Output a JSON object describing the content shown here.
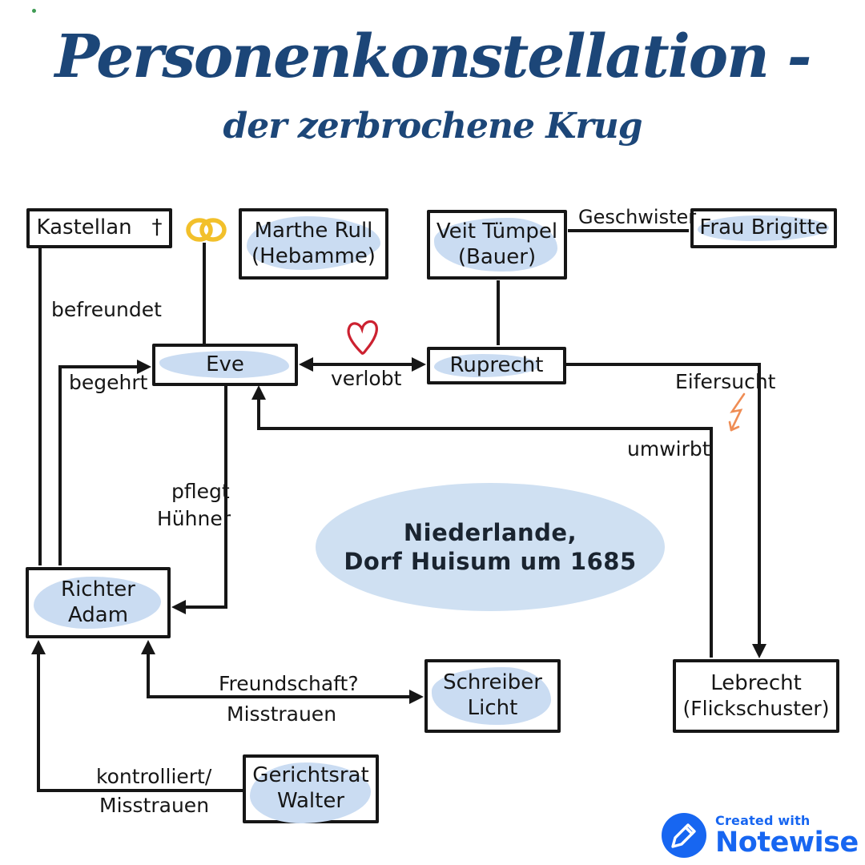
{
  "title": {
    "main": "Personenkonstellation -",
    "sub": "der zerbrochene Krug"
  },
  "setting": {
    "line1": "Niederlande,",
    "line2": "Dorf Huisum um 1685"
  },
  "nodes": {
    "kastellan": {
      "line1": "Kastellan   †"
    },
    "marthe": {
      "line1": "Marthe Rull",
      "line2": "(Hebamme)"
    },
    "veit": {
      "line1": "Veit Tümpel",
      "line2": "(Bauer)"
    },
    "brigitte": {
      "line1": "Frau Brigitte"
    },
    "eve": {
      "line1": "Eve"
    },
    "ruprecht": {
      "line1": "Ruprecht"
    },
    "richter_adam": {
      "line1": "Richter",
      "line2": "Adam"
    },
    "schreiber_licht": {
      "line1": "Schreiber",
      "line2": "Licht"
    },
    "lebrecht": {
      "line1": "Lebrecht",
      "line2": "(Flickschuster)"
    },
    "gerichtsrat_walter": {
      "line1": "Gerichtsrat",
      "line2": "Walter"
    }
  },
  "labels": {
    "geschwister": "Geschwister",
    "befreundet": "befreundet",
    "begehrt": "begehrt",
    "verlobt": "verlobt",
    "eifersucht": "Eifersucht",
    "umwirbt": "umwirbt",
    "pflegt_line1": "pflegt",
    "pflegt_line2": "Hühner",
    "freundschaft_line1": "Freundschaft?",
    "freundschaft_line2": "Misstrauen",
    "kontrolliert_line1": "kontrolliert/",
    "kontrolliert_line2": "Misstrauen"
  },
  "icons": {
    "heart": "heart-icon",
    "rings": "wedding-rings-icon",
    "lightning": "lightning-icon",
    "pencil": "pencil-icon"
  },
  "branding": {
    "created_with": "Created with",
    "app_name": "Notewise"
  },
  "colors": {
    "title_navy": "#1c4678",
    "ink": "#161616",
    "highlight_blue": "#cadcf2",
    "ellipse_blue": "#cfe0f2",
    "heart_red": "#cc2130",
    "ring_gold": "#f2c02b",
    "lightning_orange": "#ef8d55",
    "notewise_blue": "#1766f1",
    "stray_dot_green": "#3f9b54"
  }
}
